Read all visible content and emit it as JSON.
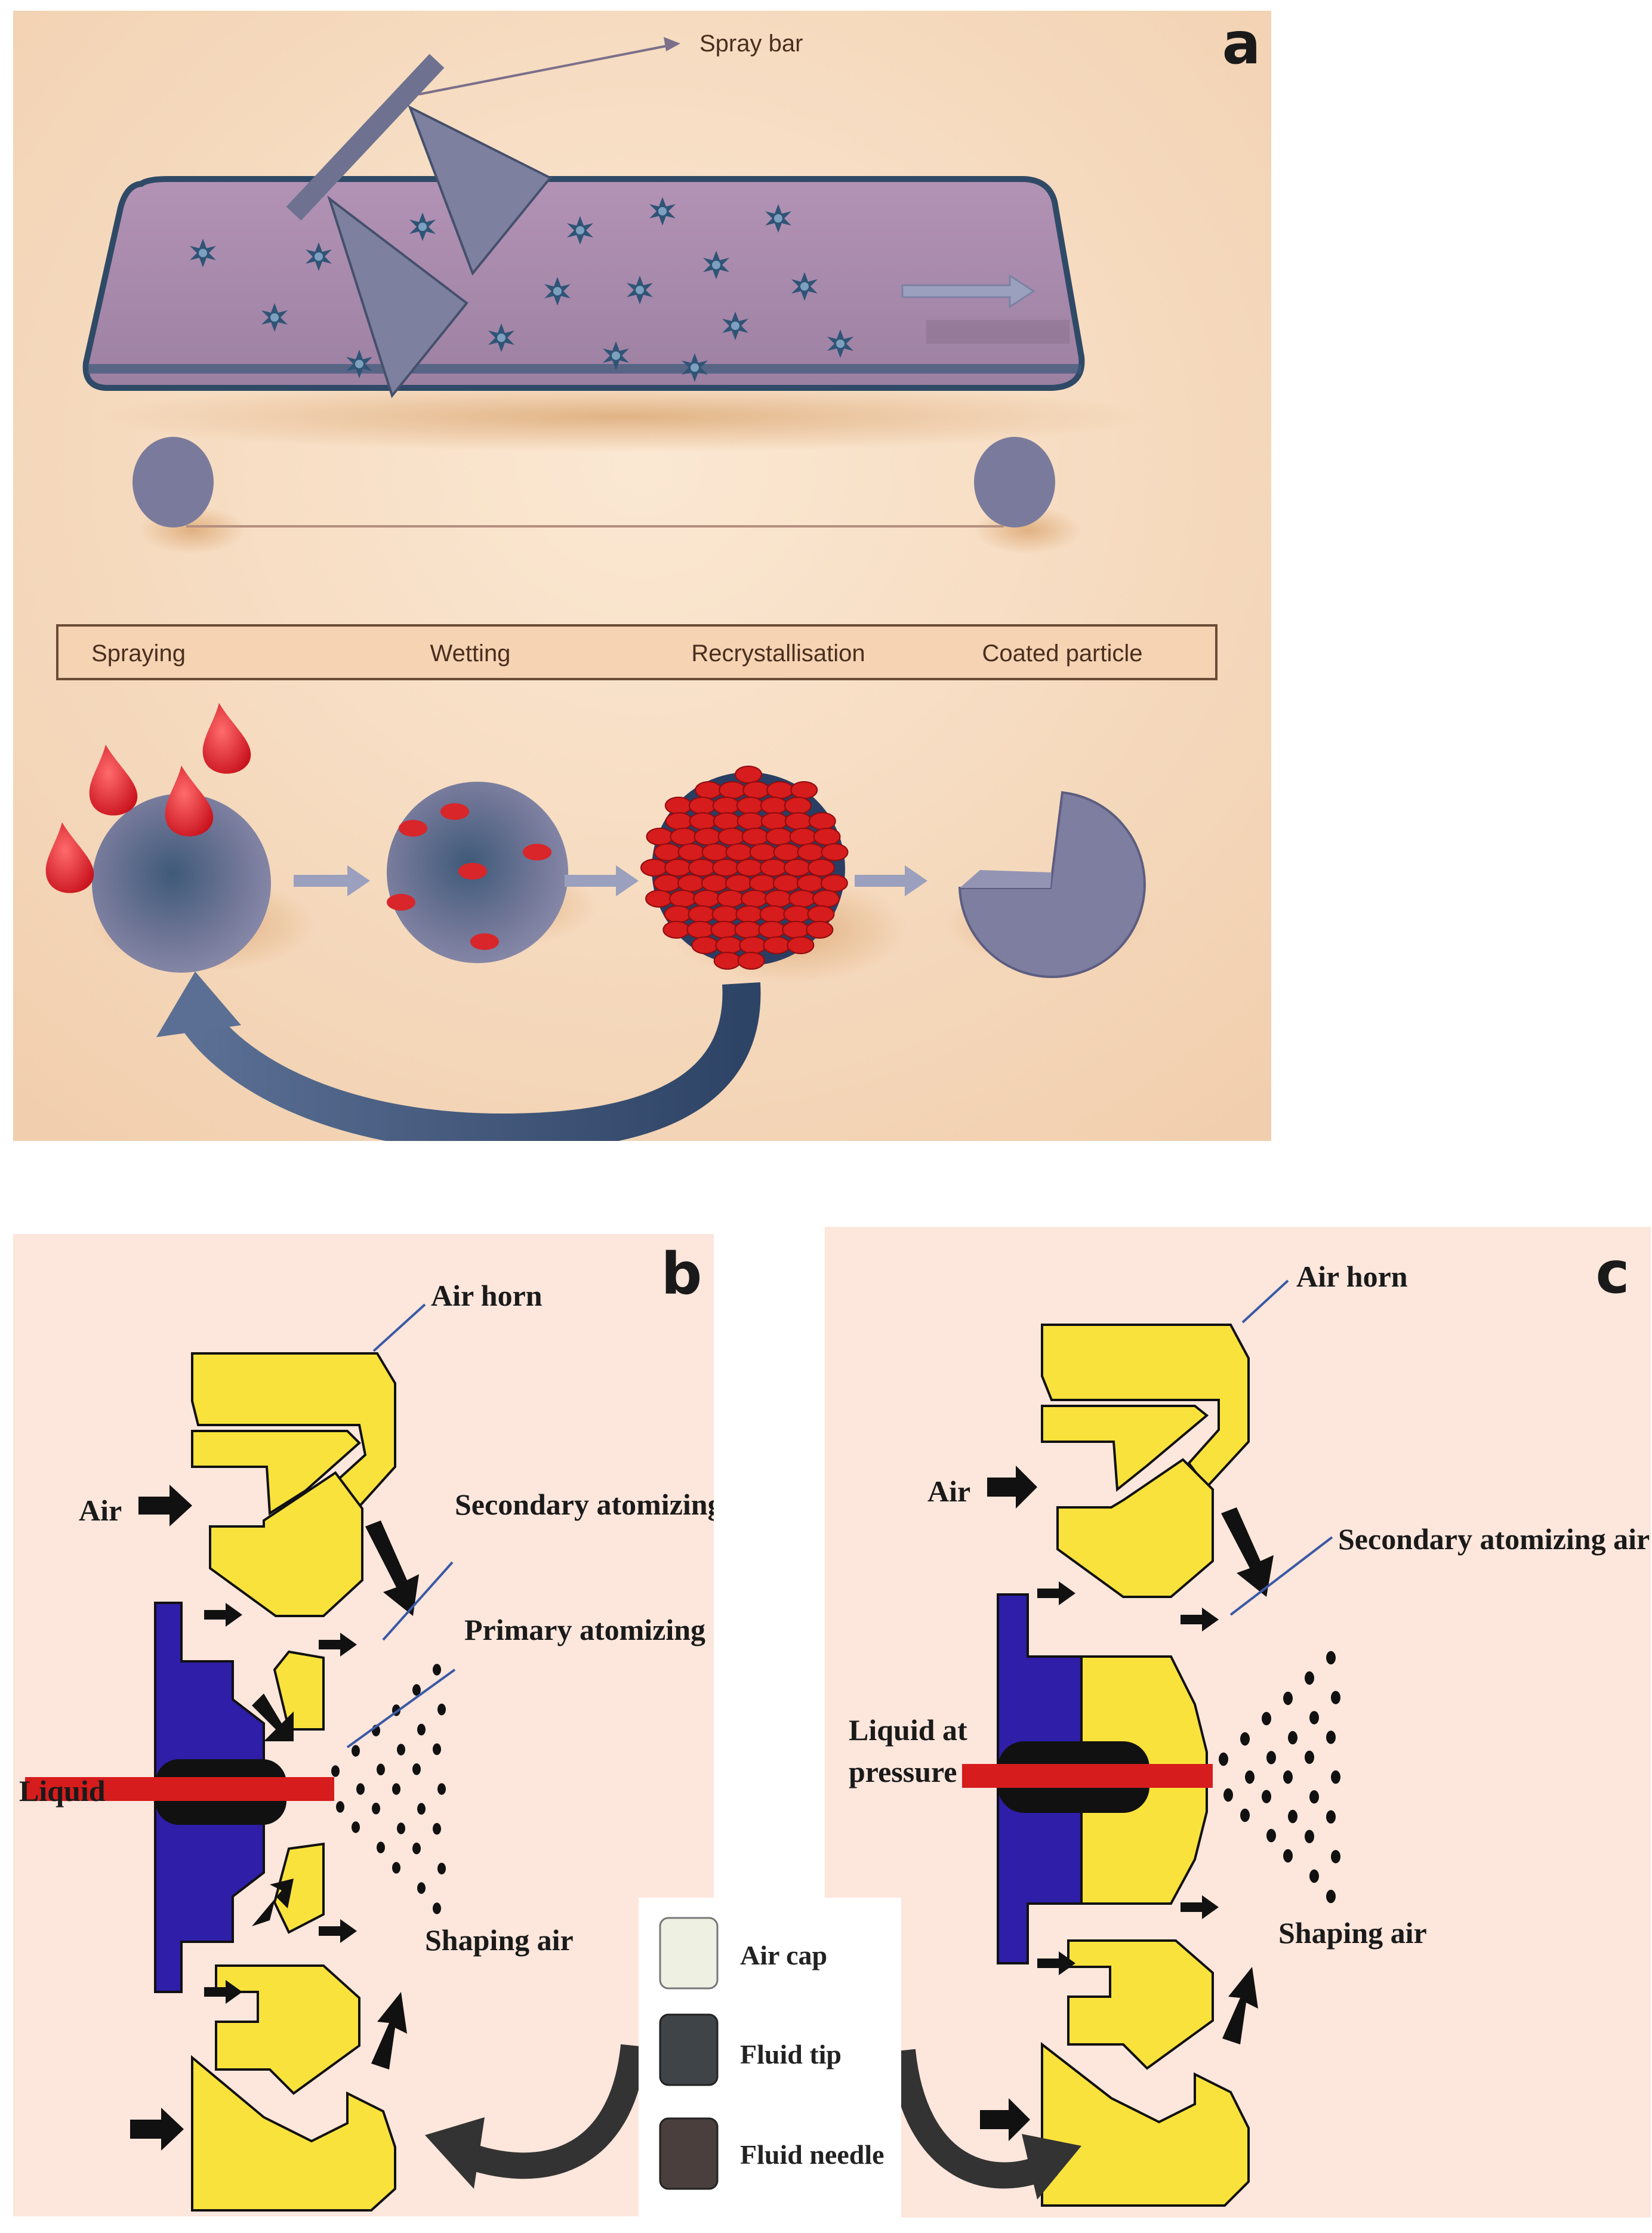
{
  "panel_a": {
    "letter": "a",
    "spray_bar_label": "Spray bar",
    "stages": [
      "Spraying",
      "Wetting",
      "Recrystallisation",
      "Coated particle"
    ]
  },
  "panel_b": {
    "letter": "b",
    "labels": {
      "air_horn": "Air horn",
      "air": "Air",
      "secondary": "Secondary atomizing air",
      "primary": "Primary atomizing air",
      "liquid": "Liquid",
      "shaping": "Shaping air"
    }
  },
  "panel_c": {
    "letter": "c",
    "labels": {
      "air_horn": "Air horn",
      "air": "Air",
      "secondary": "Secondary atomizing air",
      "liquid_line1": "Liquid at",
      "liquid_line2": "pressure",
      "shaping": "Shaping air"
    }
  },
  "legend": {
    "items": [
      {
        "label": "Air cap",
        "color": "#eef0e2"
      },
      {
        "label": "Fluid tip",
        "color": "#3f4448"
      },
      {
        "label": "Fluid needle",
        "color": "#4a3f3d"
      }
    ]
  },
  "colors": {
    "panel_a_bg": "#f7dcc0",
    "panel_bc_bg": "#fde6dc",
    "yellow": "#f9e23c",
    "blue": "#2e1ea8",
    "red": "#d61c1c",
    "bed": "#a78bab",
    "particle": "#7d7ea0"
  }
}
